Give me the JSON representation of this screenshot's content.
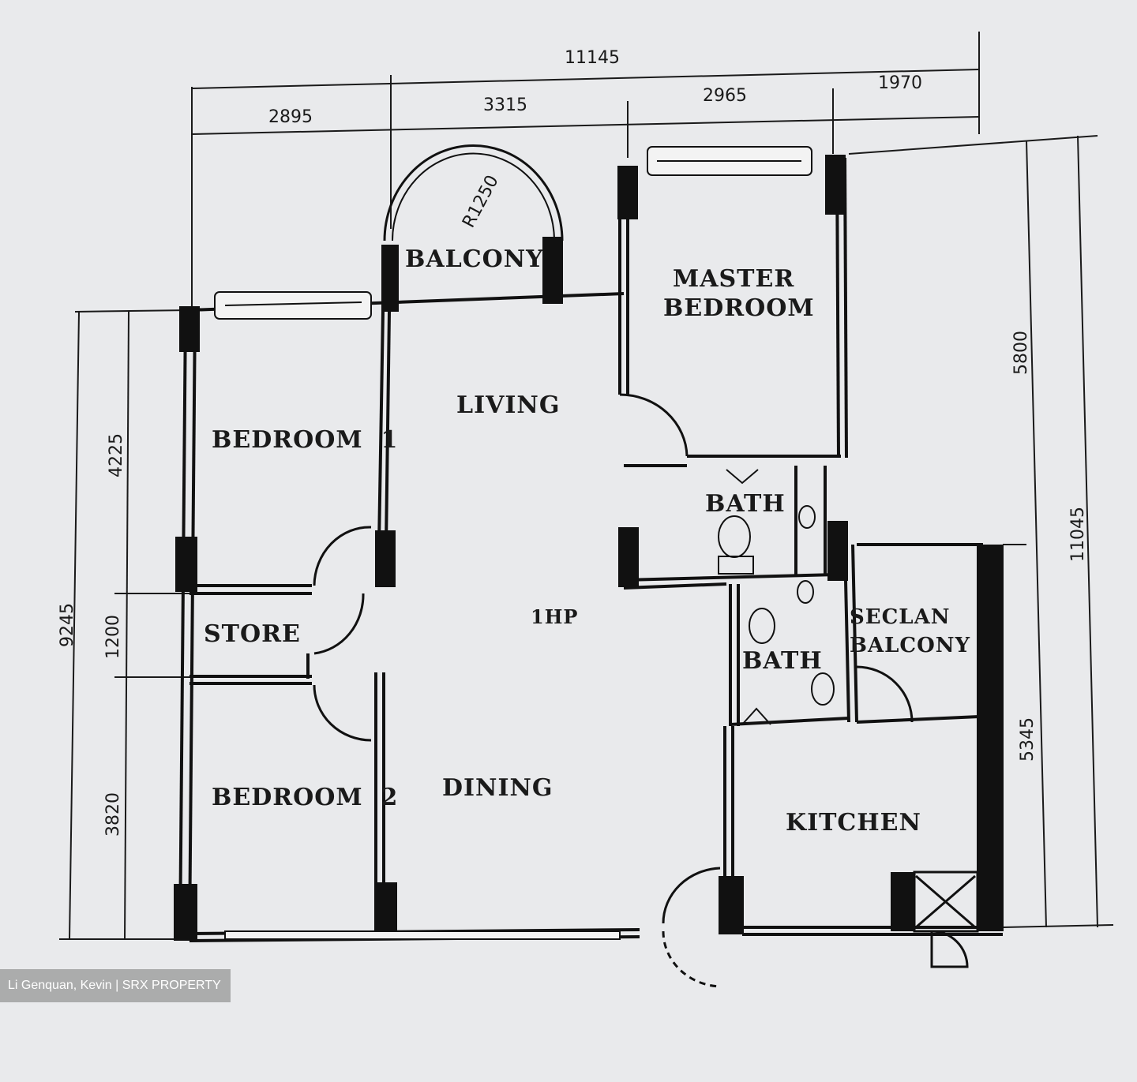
{
  "dimensions": {
    "overall_width": "11145",
    "seg1": "2895",
    "seg2": "3315",
    "seg3": "2965",
    "seg4": "1970",
    "right_top": "5800",
    "right_total": "11045",
    "right_bottom": "5345",
    "left_total": "9245",
    "left_top": "4225",
    "left_mid": "1200",
    "left_bottom": "3820",
    "radius": "R1250"
  },
  "rooms": {
    "balcony": "BALCONY",
    "master_line1": "MASTER",
    "master_line2": "BEDROOM",
    "living": "LIVING",
    "bedroom1": "BEDROOM  1",
    "bath1": "BATH",
    "store": "STORE",
    "hp": "1HP",
    "bath2": "BATH",
    "service_line1": "SECLAN",
    "service_line2": "BALCONY",
    "bedroom2": "BEDROOM  2",
    "dining": "DINING",
    "kitchen": "KITCHEN"
  },
  "watermark": "Li Genquan, Kevin | SRX PROPERTY",
  "colors": {
    "paper": "#e9eaec",
    "ink": "#1a1a1a",
    "wall": "#111111"
  }
}
